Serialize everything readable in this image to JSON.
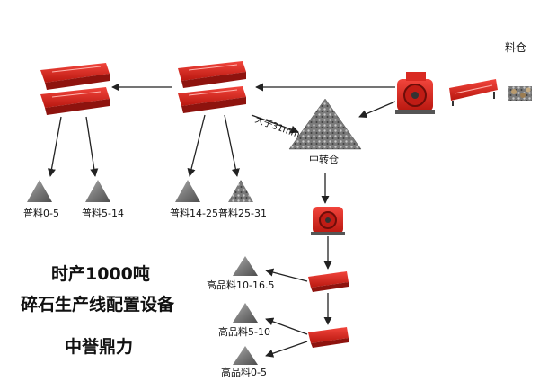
{
  "labels": {
    "silo": "料仓",
    "mid_silo": "中转仓",
    "oversize": "大于31mm"
  },
  "products": {
    "p1": "普料0-5",
    "p2": "普料5-14",
    "p3": "普料14-25",
    "p4": "普料25-31",
    "h1": "高品料10-16.5",
    "h2": "高品料5-10",
    "h3": "高品料0-5"
  },
  "title": {
    "line1": "时产1000吨",
    "line2": "碎石生产线配置设备",
    "company": "中誉鼎力"
  },
  "colors": {
    "machine_red": "#e0231f",
    "machine_dark": "#a31512",
    "stone_gray": "#8a8a8a",
    "arrow": "#222222"
  }
}
